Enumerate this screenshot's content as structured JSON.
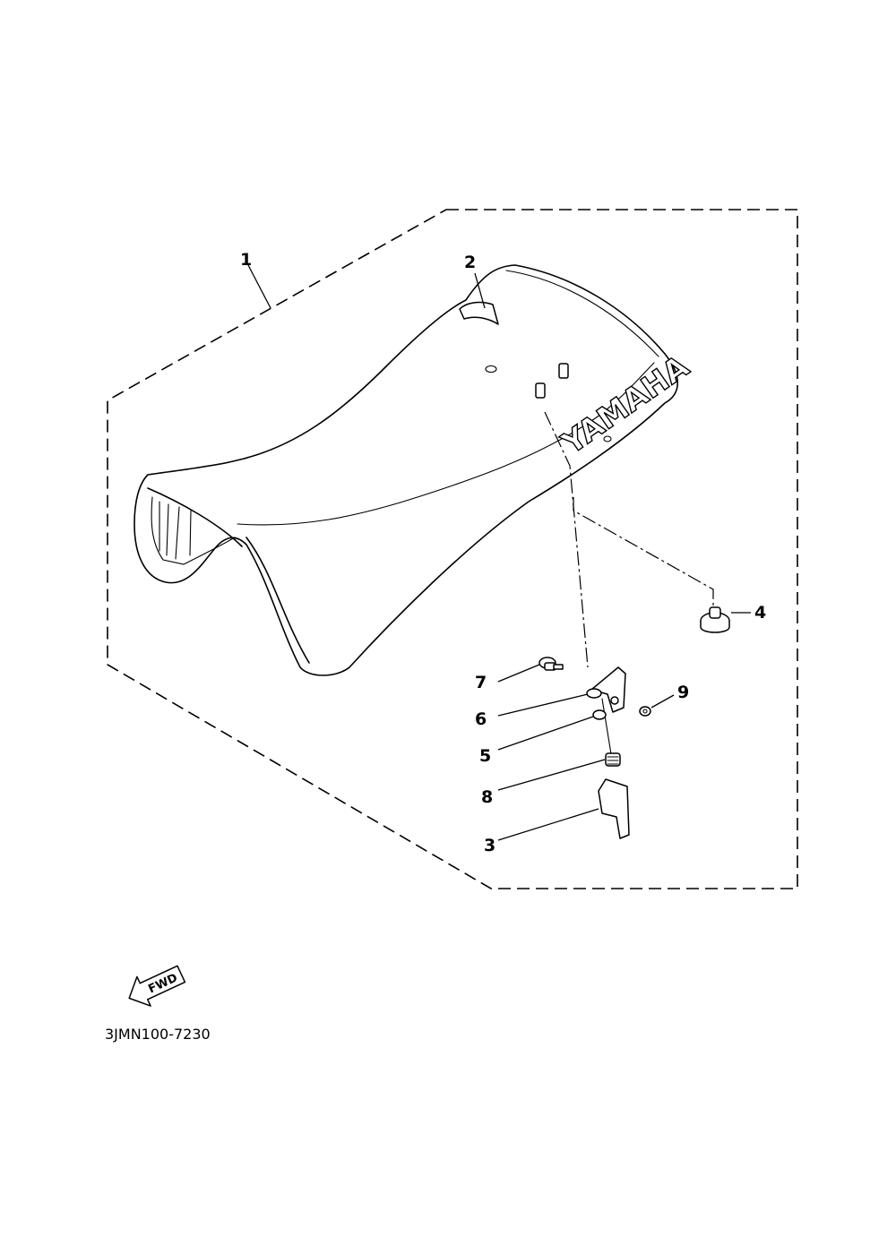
{
  "diagram": {
    "callouts": [
      {
        "id": "1",
        "label": "1"
      },
      {
        "id": "2",
        "label": "2"
      },
      {
        "id": "3",
        "label": "3"
      },
      {
        "id": "4",
        "label": "4"
      },
      {
        "id": "5",
        "label": "5"
      },
      {
        "id": "6",
        "label": "6"
      },
      {
        "id": "7",
        "label": "7"
      },
      {
        "id": "8",
        "label": "8"
      },
      {
        "id": "9",
        "label": "9"
      }
    ],
    "brand_text": "YAMAHA",
    "fwd_label": "FWD",
    "drawing_code": "3JMN100-7230"
  }
}
